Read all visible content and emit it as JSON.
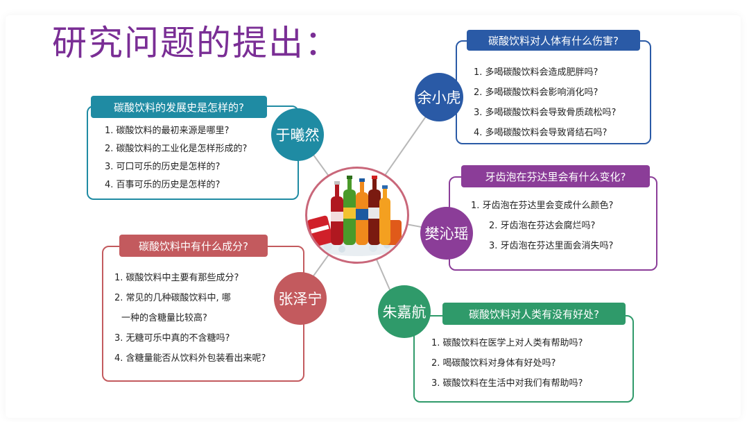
{
  "title": "研究问题的提出：",
  "center": {
    "image_alt_icon": "soda-bottles-icon"
  },
  "branches": {
    "b1": {
      "person": "余小虎",
      "question": "碳酸饮料对人体有什么伤害?",
      "items": [
        "1. 多喝碳酸饮料会造成肥胖吗?",
        "2. 多喝碳酸饮料会影响消化吗?",
        "3. 多喝碳酸饮料会导致骨质疏松吗?",
        "4. 多喝碳酸饮料会导致肾结石吗?"
      ],
      "color": "#2a5aa6"
    },
    "b2": {
      "person": "于曦然",
      "question": "碳酸饮料的发展史是怎样的?",
      "items": [
        "1. 碳酸饮料的最初来源是哪里?",
        "2. 碳酸饮料的工业化是怎样形成的?",
        "3. 可口可乐的历史是怎样的?",
        "4. 百事可乐的历史是怎样的?"
      ],
      "color": "#1f8ba3"
    },
    "b3": {
      "person": "樊沁瑶",
      "question": "牙齿泡在芬达里会有什么变化?",
      "items": [
        "1. 牙齿泡在芬达里会变成什么颜色?",
        "2. 牙齿泡在芬达会腐烂吗?",
        "3. 牙齿泡在芬达里面会消失吗?"
      ],
      "color": "#8b3d98"
    },
    "b4": {
      "person": "张泽宁",
      "question": "碳酸饮料中有什么成分?",
      "items": [
        "1. 碳酸饮料中主要有那些成分?",
        "2. 常见的几种碳酸饮料中, 哪",
        "一种的含糖量比较高?",
        "3. 无糖可乐中真的不含糖吗?",
        "4. 含糖量能否从饮料外包装看出来呢?"
      ],
      "color": "#c35a5e"
    },
    "b5": {
      "person": "朱嘉航",
      "question": "碳酸饮料对人类有没有好处?",
      "items": [
        "1. 碳酸饮料在医学上对人类有帮助吗?",
        "2. 喝碳酸饮料对身体有好处吗?",
        "3. 碳酸饮料在生活中对我们有帮助吗?"
      ],
      "color": "#2f9a6a"
    }
  }
}
